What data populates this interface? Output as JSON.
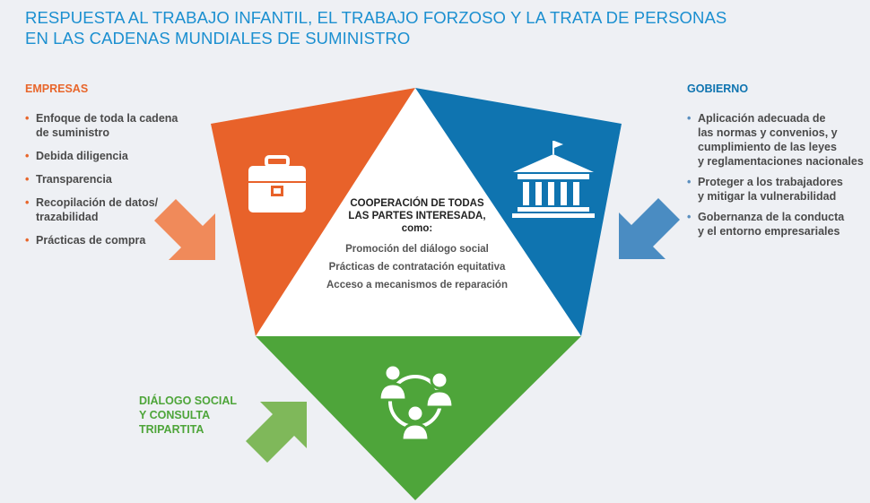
{
  "title": {
    "line1": "RESPUESTA AL TRABAJO INFANTIL, EL TRABAJO FORZOSO Y LA TRATA DE PERSONAS",
    "line2": "EN LAS CADENAS MUNDIALES DE SUMINISTRO"
  },
  "empresas": {
    "label": "EMPRESAS",
    "items": [
      "Enfoque de toda la cadena\nde suministro",
      "Debida diligencia",
      "Transparencia",
      "Recopilación de datos/\ntrazabilidad",
      "Prácticas de compra"
    ]
  },
  "gobierno": {
    "label": "GOBIERNO",
    "items": [
      "Aplicación adecuada de\nlas normas y convenios, y\ncumplimiento de las leyes\ny reglamentaciones nacionales",
      "Proteger a los trabajadores\ny mitigar la vulnerabilidad",
      "Gobernanza de la conducta\ny el entorno empresariales"
    ]
  },
  "dialogo": {
    "label": "DIÁLOGO SOCIAL\nY CONSULTA\nTRIPARTITA"
  },
  "center": {
    "heading": "COOPERACIÓN DE TODAS\nLAS PARTES INTERESADA,\ncomo:",
    "items": [
      "Promoción del diálogo social",
      "Prácticas de contratación equitativa",
      "Acceso a mecanismos de reparación"
    ]
  },
  "icons": {
    "briefcase": "briefcase-icon",
    "government": "government-building-icon",
    "people": "people-circle-icon"
  },
  "colors": {
    "orange": "#e8622a",
    "orange_arrow": "#f08a5a",
    "blue": "#0f74b0",
    "blue_arrow": "#4a8cc2",
    "green": "#4ea53a",
    "green_arrow": "#7fb85a",
    "title_blue": "#1b8fd0"
  }
}
